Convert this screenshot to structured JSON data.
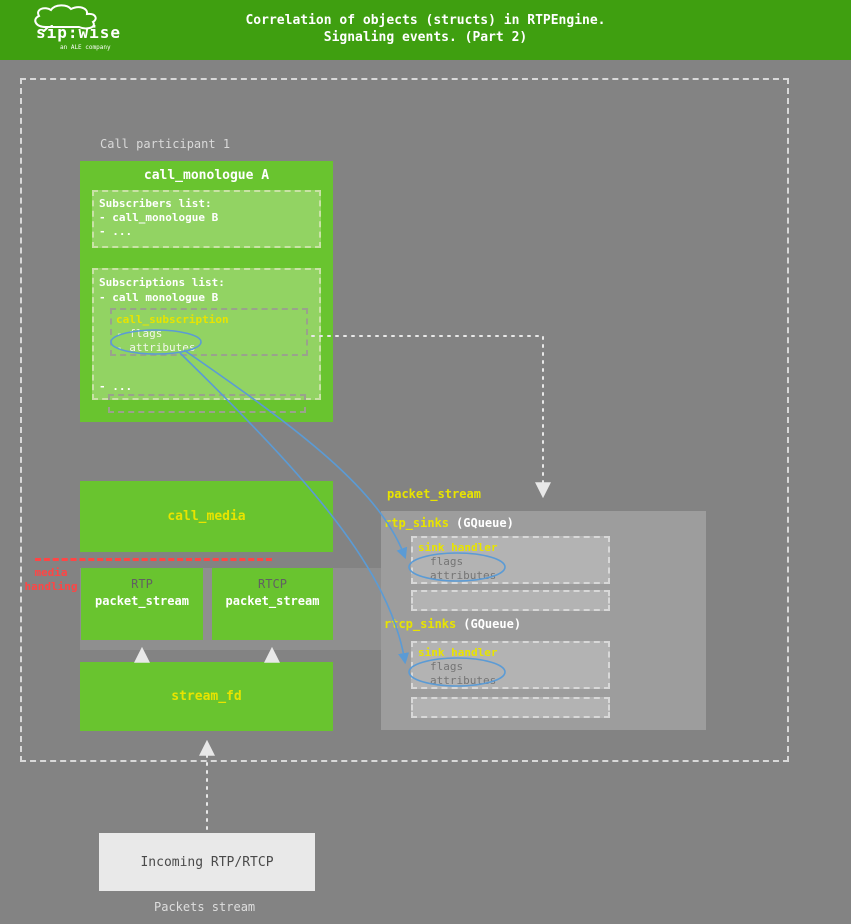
{
  "colors": {
    "header_green": "#3f9f10",
    "box_green": "#69c42f",
    "inner_green": "#92d363",
    "accent_yellow": "#e8e400",
    "panel_gray": "#9d9d9d",
    "alert_red": "#ff4545",
    "link_blue": "#5b9bd5"
  },
  "header": {
    "logo_text": "sip:wise",
    "logo_subtext": "an ALE company",
    "title_line1": "Correlation of objects (structs) in RTPEngine.",
    "title_line2": "Signaling events. (Part 2)"
  },
  "diagram": {
    "participant_label": "Call participant 1",
    "call_monologue": {
      "title": "call_monologue A",
      "subscribers": {
        "title": "Subscribers list:",
        "items": [
          "- call_monologue B",
          "- ..."
        ]
      },
      "subscriptions": {
        "title": "Subscriptions list:",
        "item": "- call monologue B",
        "call_subscription": {
          "title": "call_subscription",
          "flags": "- flags",
          "attributes": "- attributes"
        },
        "more": "- ..."
      }
    },
    "call_media": {
      "title": "call_media"
    },
    "media_handling": {
      "line1": "media",
      "line2": "handling"
    },
    "rtp_stream": {
      "tag": "RTP",
      "title": "packet_stream"
    },
    "rtcp_stream": {
      "tag": "RTCP",
      "title": "packet_stream"
    },
    "packet_stream_panel": {
      "title": "packet_stream",
      "rtp_sinks": {
        "label": "rtp_sinks",
        "type": "(GQueue)"
      },
      "rtcp_sinks": {
        "label": "rtcp_sinks",
        "type": "(GQueue)"
      },
      "sink_handler_rtp": {
        "title": "sink_handler",
        "flags": "flags",
        "attributes": "attributes"
      },
      "sink_handler_rtcp": {
        "title": "sink_handler",
        "flags": "flags",
        "attributes": "attributes"
      }
    },
    "stream_fd": {
      "title": "stream_fd"
    },
    "incoming": {
      "title": "Incoming RTP/RTCP"
    },
    "packets_stream_label": "Packets stream"
  }
}
